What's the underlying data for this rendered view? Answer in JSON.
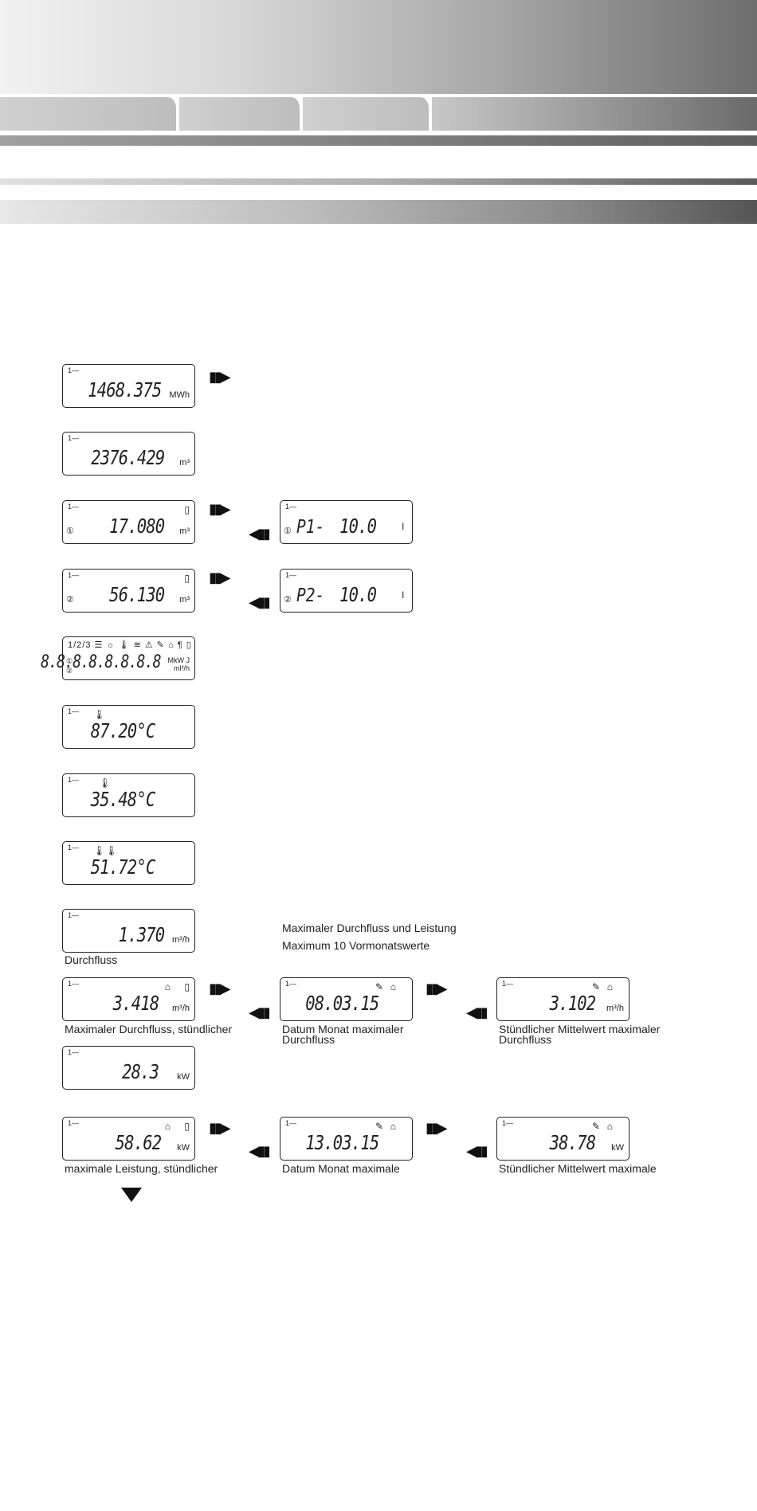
{
  "header": {},
  "displays": {
    "energy": {
      "tick": "1—",
      "value": "1468.375",
      "unit": "MWh"
    },
    "volume": {
      "tick": "1—",
      "value": "2376.429",
      "unit": "m³"
    },
    "input1": {
      "tick": "1—",
      "channel": "①",
      "value": "17.080",
      "unit": "m³",
      "icon": "document-icon"
    },
    "input1_pulse": {
      "tick": "1—",
      "channel": "①",
      "prefix": "P1-",
      "value": "10.0",
      "unit": "l"
    },
    "input2": {
      "tick": "1—",
      "channel": "②",
      "value": "56.130",
      "unit": "m³",
      "icon": "document-icon"
    },
    "input2_pulse": {
      "tick": "1—",
      "channel": "②",
      "prefix": "P2-",
      "value": "10.0",
      "unit": "l"
    },
    "segment_test": {
      "symbols": "1/2/3 ☰ ☼ 🌡 ≋ ⚠ ✎ ⌂ ¶ ▯",
      "line1": "①",
      "line2": "②",
      "value": "8.8.8.8.8.8.8.8",
      "unit": "MkW J ml³/h"
    },
    "temp_flow": {
      "tick": "1—",
      "value": "87.20°C",
      "icon": "thermometer-icon"
    },
    "temp_return": {
      "tick": "1—",
      "value": "35.48°C",
      "icon": "thermometer-icon"
    },
    "temp_diff": {
      "tick": "1—",
      "value": "51.72°C",
      "icon": "thermometer-icon"
    },
    "flow": {
      "tick": "1—",
      "value": "1.370",
      "unit": "m³/h"
    },
    "max_flow_hourly": {
      "tick": "1—",
      "value": "3.418",
      "unit": "m³/h"
    },
    "max_flow_date": {
      "tick": "1—",
      "value": "08.03.15"
    },
    "max_flow_mean": {
      "tick": "1—",
      "value": "3.102",
      "unit": "m³/h"
    },
    "power": {
      "tick": "1—",
      "value": "28.3",
      "unit": "kW"
    },
    "max_power_hourly": {
      "tick": "1—",
      "value": "58.62",
      "unit": "kW"
    },
    "max_power_date": {
      "tick": "1—",
      "value": "13.03.15"
    },
    "max_power_mean": {
      "tick": "1—",
      "value": "38.78",
      "unit": "kW"
    }
  },
  "captions": {
    "durchfluss": "Durchfluss",
    "max_flow_hourly": "Maximaler Durchfluss, stündlicher",
    "max_flow_date_1": "Datum Monat maximaler",
    "max_flow_date_2": "Durchfluss",
    "max_flow_mean_1": "Stündlicher Mittelwert maximaler",
    "max_flow_mean_2": "Durchfluss",
    "max_power_hourly": "maximale Leistung, stündlicher",
    "max_power_date": "Datum Monat maximale",
    "max_power_mean": "Stündlicher Mittelwert maximale"
  },
  "notes": {
    "line1": "Maximaler Durchfluss und Leistung",
    "line2": "Maximum 10 Vormonatswerte"
  },
  "arrows": {
    "forward": "▮▮▶",
    "back": "◀▮▮"
  }
}
